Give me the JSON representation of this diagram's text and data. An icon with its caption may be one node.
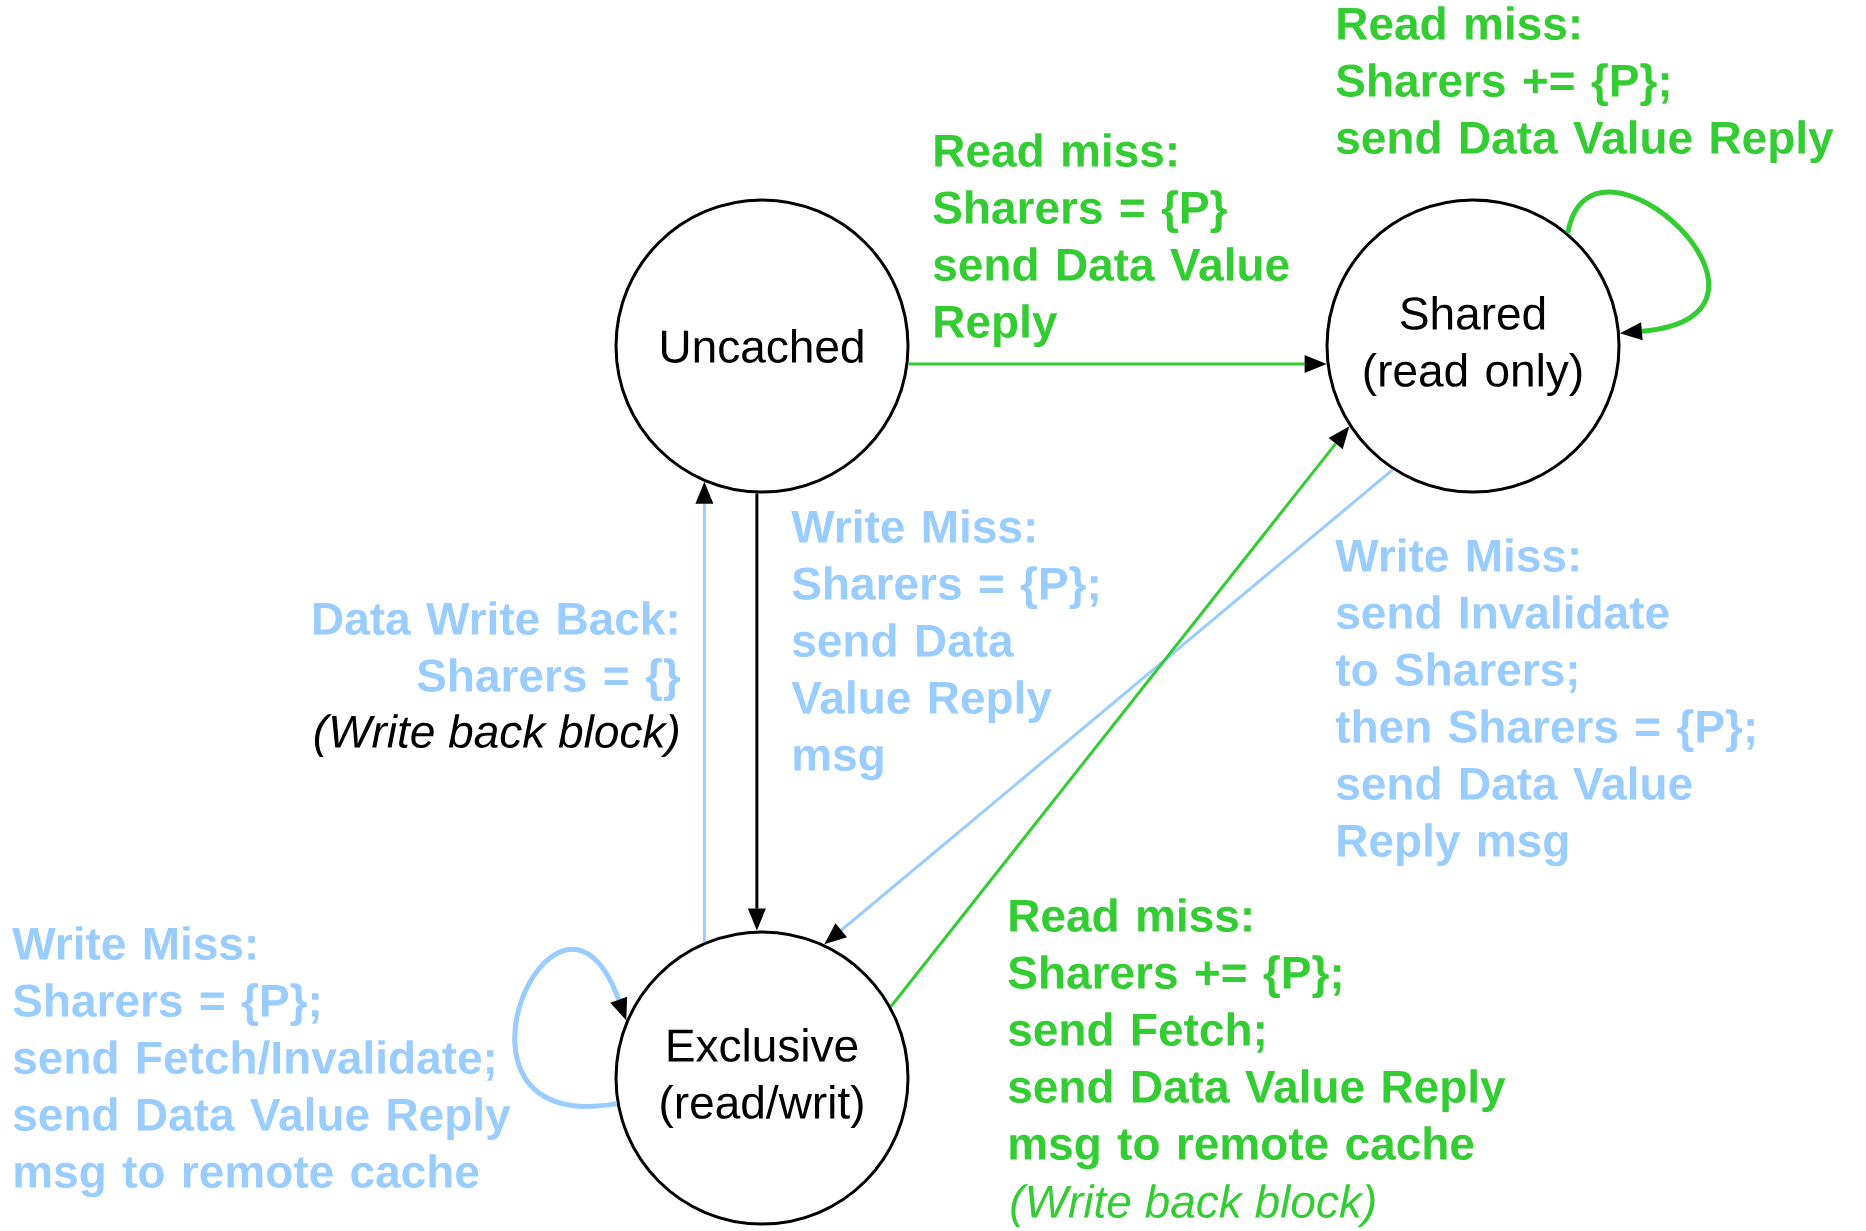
{
  "diagram": {
    "nodes": [
      {
        "text": [
          "Uncached"
        ]
      },
      {
        "text": [
          "Shared (read only)"
        ]
      },
      {
        "text": [
          "Exclusive (read/writ)"
        ]
      }
    ],
    "edges": [
      {
        "from": 0,
        "to": 1,
        "arrow": "to",
        "color": "#33cc33",
        "label": "Read miss: Sharers = {P} send Data Value Reply"
      },
      {
        "from": 1,
        "to": 1,
        "arrow": "to",
        "color": "#33cc33",
        "label": "Read miss: Sharers += {P}; send Data Value Reply"
      },
      {
        "from": 0,
        "to": 2,
        "arrow": "to",
        "color": "#000000",
        "label": "Write Miss: Sharers = {P}; send Data Value Reply msg"
      },
      {
        "from": 2,
        "to": 0,
        "arrow": "to",
        "color": "#99ccff",
        "label": "Data Write Back: Sharers = {}"
      },
      {
        "from": 1,
        "to": 2,
        "arrow": "to",
        "color": "#99ccff",
        "label": "Write Miss: send Invalidate to Sharers; then Sharers = {P}; send Data Value Reply msg"
      },
      {
        "from": 2,
        "to": 1,
        "arrow": "to",
        "color": "#33cc33",
        "label": "Read miss: Sharers += {P}; send Fetch; send Data Value Reply msg to remote cache"
      },
      {
        "from": 2,
        "to": 2,
        "arrow": "to",
        "color": "#99ccff",
        "label": "Write Miss: Sharers = {P}; send Fetch/Invalidate; send Data Value Reply msg to remote cache"
      }
    ],
    "labels": [
      "(Write back block)",
      "(Write back block)"
    ]
  }
}
